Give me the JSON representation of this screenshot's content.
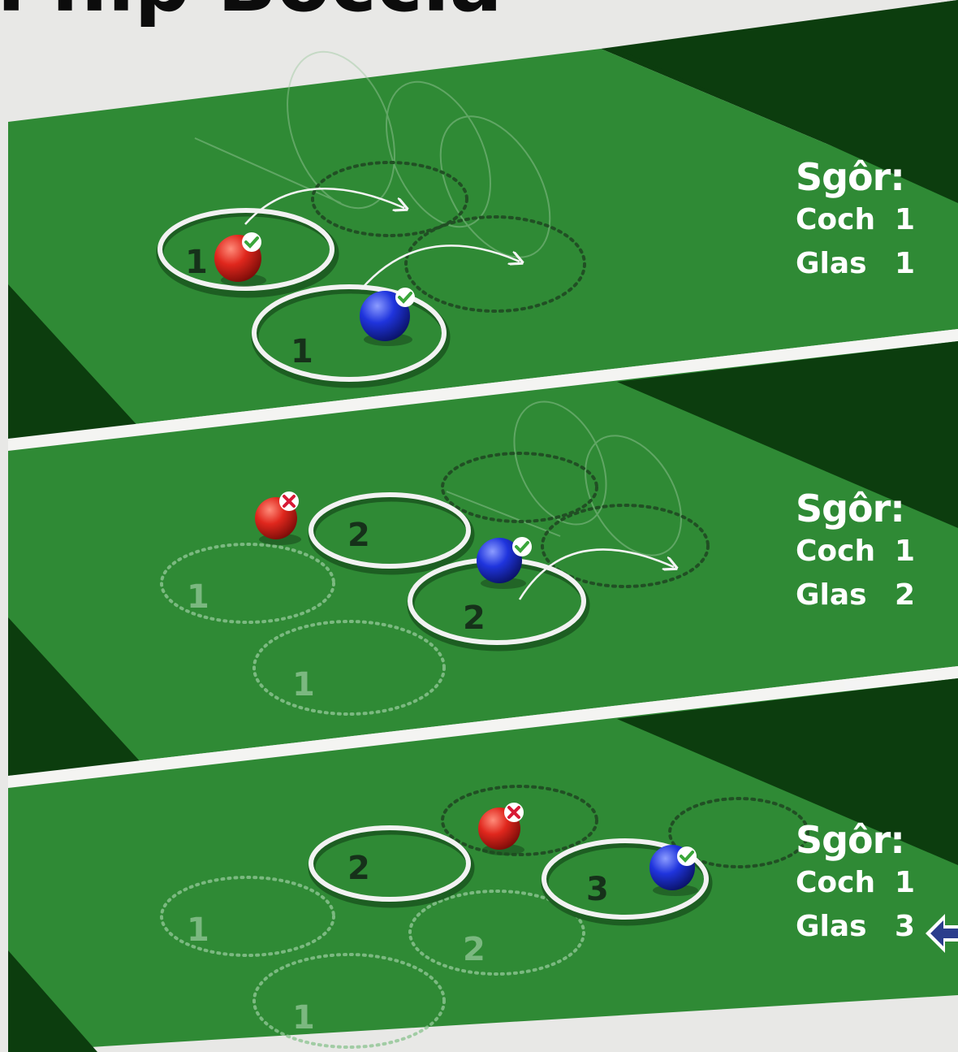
{
  "title": "Fflip Boccia",
  "colors": {
    "field": "#2f8a35",
    "field_dark": "#0c3d0e",
    "background": "#e8e8e6",
    "red_ball": "#d8261f",
    "blue_ball": "#1a2fd6",
    "ring": "#f2f2f2",
    "arrow": "#f4f4f4",
    "check": "#3aa63a",
    "cross": "#d71a36",
    "pointer": "#2b3d8c"
  },
  "panels": [
    {
      "score": {
        "label": "Sgôr:",
        "rows": [
          {
            "team": "Coch",
            "value": "1"
          },
          {
            "team": "Glas",
            "value": "1"
          }
        ]
      },
      "ring_numbers": [
        "1",
        "1"
      ]
    },
    {
      "score": {
        "label": "Sgôr:",
        "rows": [
          {
            "team": "Coch",
            "value": "1"
          },
          {
            "team": "Glas",
            "value": "2"
          }
        ]
      },
      "ring_numbers": [
        "2",
        "2"
      ],
      "faded_numbers": [
        "1",
        "1"
      ]
    },
    {
      "score": {
        "label": "Sgôr:",
        "rows": [
          {
            "team": "Coch",
            "value": "1"
          },
          {
            "team": "Glas",
            "value": "3"
          }
        ]
      },
      "ring_numbers": [
        "2",
        "3"
      ],
      "faded_numbers": [
        "1",
        "2",
        "1"
      ],
      "pointer_icon": "arrow-left-icon"
    }
  ],
  "icons": [
    "check-icon",
    "cross-icon",
    "down-arrow-icon",
    "curved-arrow-icon",
    "arrow-left-icon"
  ]
}
